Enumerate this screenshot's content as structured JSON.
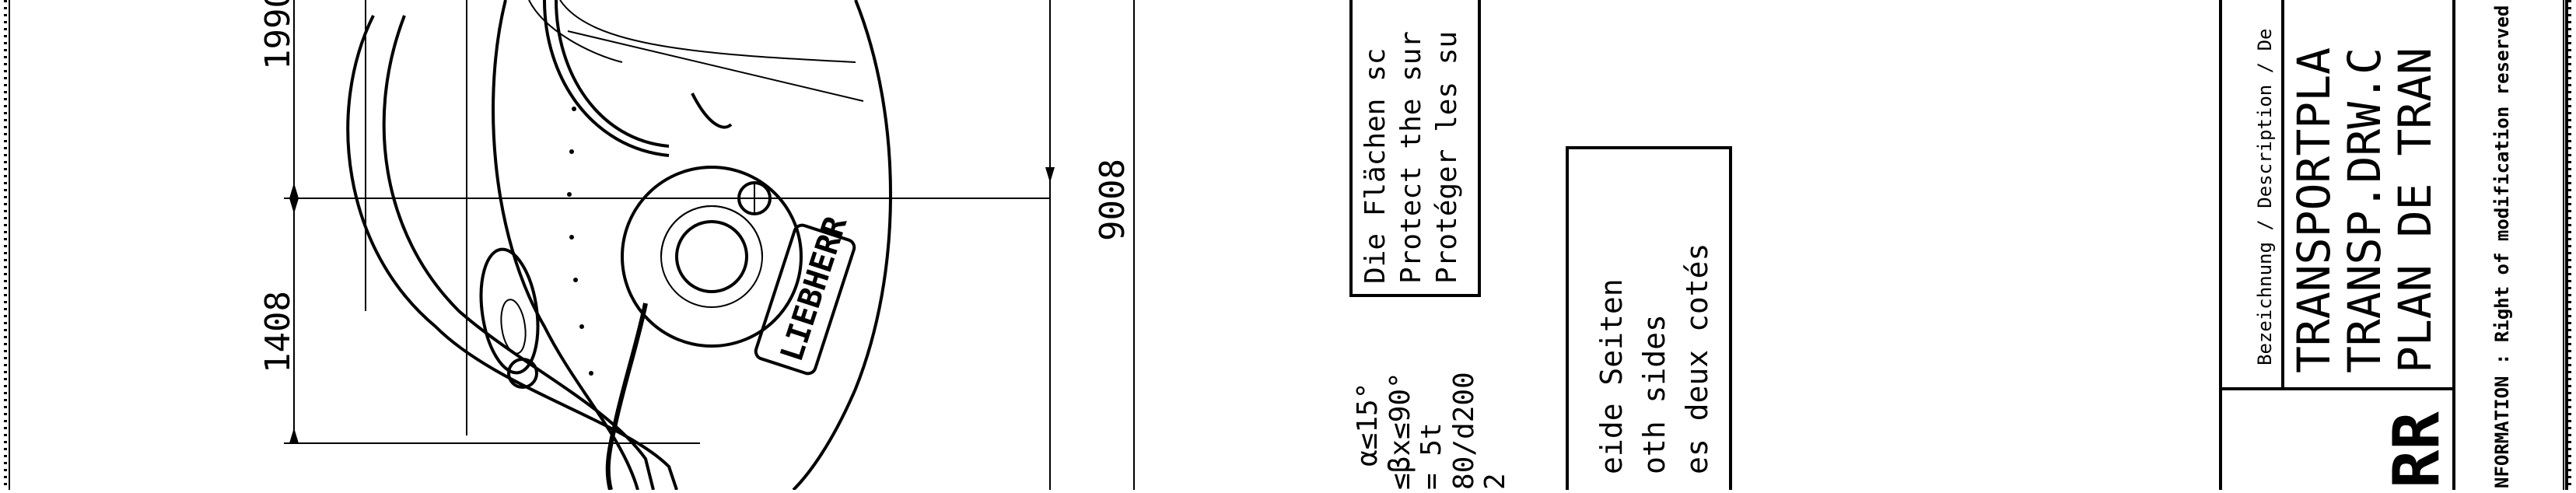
{
  "drawing": {
    "dimensions": {
      "d1990": "1990",
      "d1408": "1408",
      "d9008": "9008"
    },
    "logo_letters": "LIEBHERR"
  },
  "notes": {
    "angles": {
      "line1": "α≤15°",
      "line2": "≤βx≤90°",
      "line3": "= 5t",
      "line4": "80/d200",
      "line5": "2"
    },
    "sides_box": {
      "line1": "eide Seiten",
      "line2": "oth sides",
      "line3": "es deux cotés"
    },
    "protect_box": {
      "line1": "Die Flächen sc",
      "line2": "Protect the sur",
      "line3": "Protéger les su"
    }
  },
  "title_block": {
    "label": "Bezeichnung / Description / De",
    "title_de": "TRANSPORTPLA",
    "title_en": "TRANSP.DRW.C",
    "title_fr": "PLAN DE TRAN",
    "logo": "RR",
    "info": "NFORMATION : Right of modification reserved"
  }
}
